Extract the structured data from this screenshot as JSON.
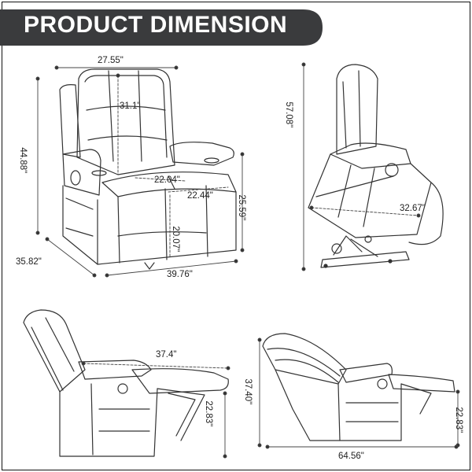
{
  "header": {
    "title": "PRODUCT DIMENSION"
  },
  "dimensions": {
    "front_top_width": "27.55\"",
    "front_back_height": "31.1\"",
    "front_total_height": "44.88\"",
    "front_seat_width": "22.04\"",
    "front_seat_depth": "22.44\"",
    "front_arm_height": "25.59\"",
    "front_seat_height": "20.07\"",
    "front_depth": "35.82\"",
    "front_width": "39.76\"",
    "lift_total_height": "57.08\"",
    "lift_diagonal": "32.67\"",
    "recline_length": "37.4\"",
    "recline_footrest_height": "22.83\"",
    "full_recline_height": "37.40\"",
    "full_recline_footrest_height": "22.83\"",
    "full_recline_length": "64.56\""
  },
  "colors": {
    "banner": "#3a3b3d",
    "line": "#333333",
    "border": "#111111"
  }
}
